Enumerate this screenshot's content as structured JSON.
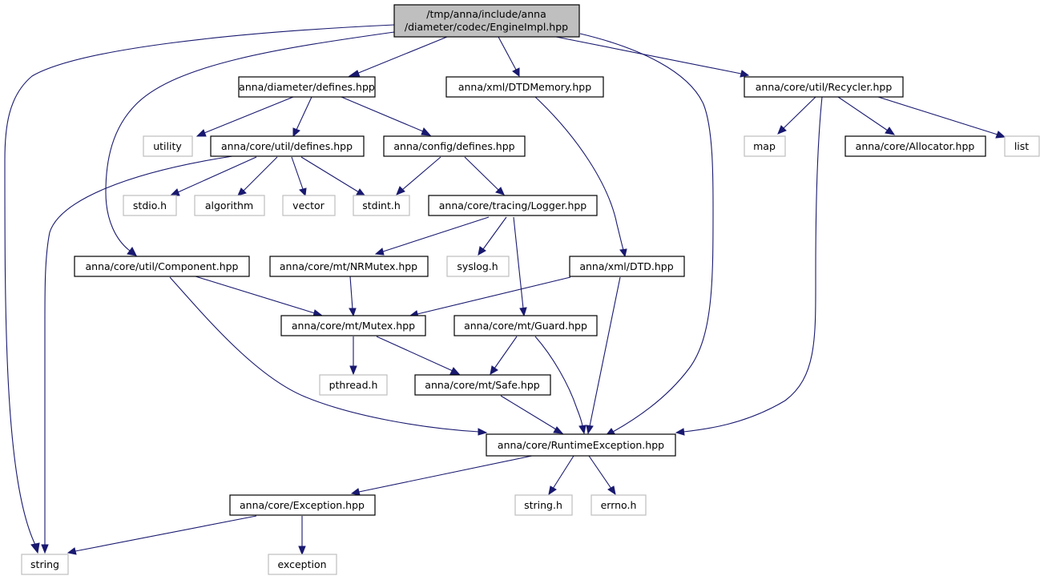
{
  "colors": {
    "edge": "#191970",
    "root_fill": "#bfbfbf",
    "internal_border": "#000000",
    "external_border": "#bfbfbf"
  },
  "nodes": {
    "root": {
      "line1": "/tmp/anna/include/anna",
      "line2": "/diameter/codec/EngineImpl.hpp"
    },
    "diameter_defines": "anna/diameter/defines.hpp",
    "xml_dtdmemory": "anna/xml/DTDMemory.hpp",
    "recycler": "anna/core/util/Recycler.hpp",
    "utility": "utility",
    "util_defines": "anna/core/util/defines.hpp",
    "config_defines": "anna/config/defines.hpp",
    "map": "map",
    "allocator": "anna/core/Allocator.hpp",
    "list": "list",
    "stdio": "stdio.h",
    "algorithm": "algorithm",
    "vector": "vector",
    "stdint": "stdint.h",
    "logger": "anna/core/tracing/Logger.hpp",
    "component": "anna/core/util/Component.hpp",
    "nrmutex": "anna/core/mt/NRMutex.hpp",
    "syslog": "syslog.h",
    "xml_dtd": "anna/xml/DTD.hpp",
    "mutex": "anna/core/mt/Mutex.hpp",
    "guard": "anna/core/mt/Guard.hpp",
    "pthread": "pthread.h",
    "safe": "anna/core/mt/Safe.hpp",
    "runtime_exception": "anna/core/RuntimeException.hpp",
    "exception_hpp": "anna/core/Exception.hpp",
    "string_h": "string.h",
    "errno": "errno.h",
    "string": "string",
    "exception": "exception"
  }
}
